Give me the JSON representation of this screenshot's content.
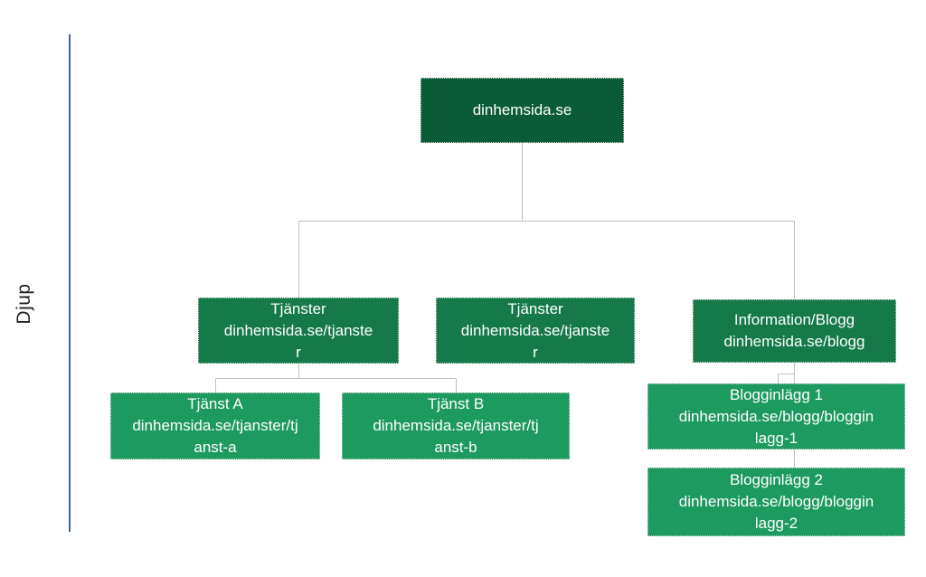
{
  "axis": {
    "label": "Djup"
  },
  "colors": {
    "level1_bg": "#0b5b38",
    "level2_bg": "#15794a",
    "level3_bg": "#1c9a60",
    "node_text": "#ffffff",
    "connector": "#bdc3bd",
    "axis_line": "#44618c",
    "axis_label_text": "#212121"
  },
  "tree": {
    "root": {
      "label": "dinhemsida.se"
    },
    "level2": [
      {
        "label": "Tjänster",
        "url": "dinhemsida.se/tjanster"
      },
      {
        "label": "Tjänster",
        "url": "dinhemsida.se/tjanster"
      },
      {
        "label": "Information/Blogg",
        "url": "dinhemsida.se/blogg"
      }
    ],
    "level3": [
      {
        "label": "Tjänst A",
        "url": "dinhemsida.se/tjanster/tjanst-a"
      },
      {
        "label": "Tjänst B",
        "url": "dinhemsida.se/tjanster/tjanst-b"
      },
      {
        "label": "Blogginlägg 1",
        "url": "dinhemsida.se/blogg/blogginlagg-1"
      },
      {
        "label": "Blogginlägg 2",
        "url": "dinhemsida.se/blogg/blogginlagg-2"
      }
    ]
  }
}
